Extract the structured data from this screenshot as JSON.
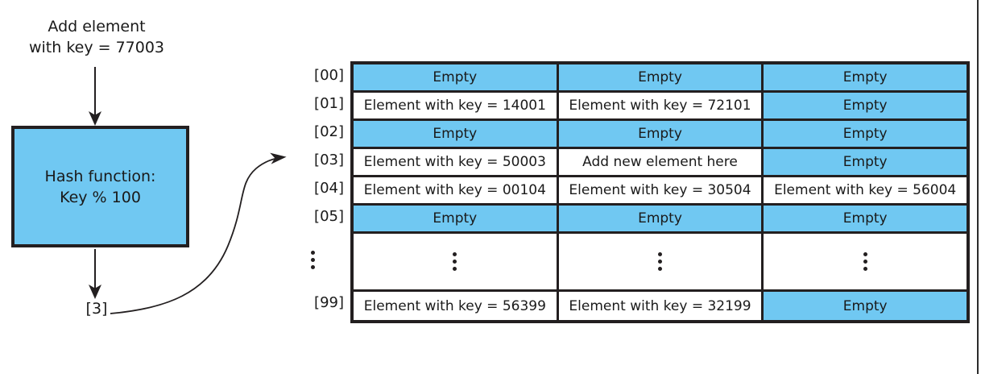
{
  "diagram": {
    "title_caption": "Add element\nwith key = 77003",
    "hash_box": {
      "line1": "Hash function:",
      "line2": "Key % 100"
    },
    "hash_output_label": "[3]",
    "colors": {
      "bucket_blue": "#70c8f2",
      "outline": "#231f20",
      "text": "#1a1a1a",
      "cell_white": "#ffffff"
    },
    "arrows": {
      "caption_to_box": "down-arrow",
      "box_to_index": "down-arrow",
      "index_to_row03": "curved-arrow"
    }
  },
  "table": {
    "empty_label": "Empty",
    "highlight_label": "Add new element here",
    "ellipsis_label": "vertical-ellipsis",
    "rows": [
      {
        "index": "[00]",
        "cells": [
          "Empty",
          "Empty",
          "Empty"
        ]
      },
      {
        "index": "[01]",
        "cells": [
          "Element with key = 14001",
          "Element with key = 72101",
          "Empty"
        ]
      },
      {
        "index": "[02]",
        "cells": [
          "Empty",
          "Empty",
          "Empty"
        ]
      },
      {
        "index": "[03]",
        "cells": [
          "Element with key = 50003",
          "Add new element here",
          "Empty"
        ]
      },
      {
        "index": "[04]",
        "cells": [
          "Element with key = 00104",
          "Element with key = 30504",
          "Element with key = 56004"
        ]
      },
      {
        "index": "[05]",
        "cells": [
          "Empty",
          "Empty",
          "Empty"
        ]
      },
      {
        "index": "",
        "cells": [
          "",
          "",
          ""
        ]
      },
      {
        "index": "[99]",
        "cells": [
          "Element with key = 56399",
          "Element with key = 32199",
          "Empty"
        ]
      }
    ]
  }
}
